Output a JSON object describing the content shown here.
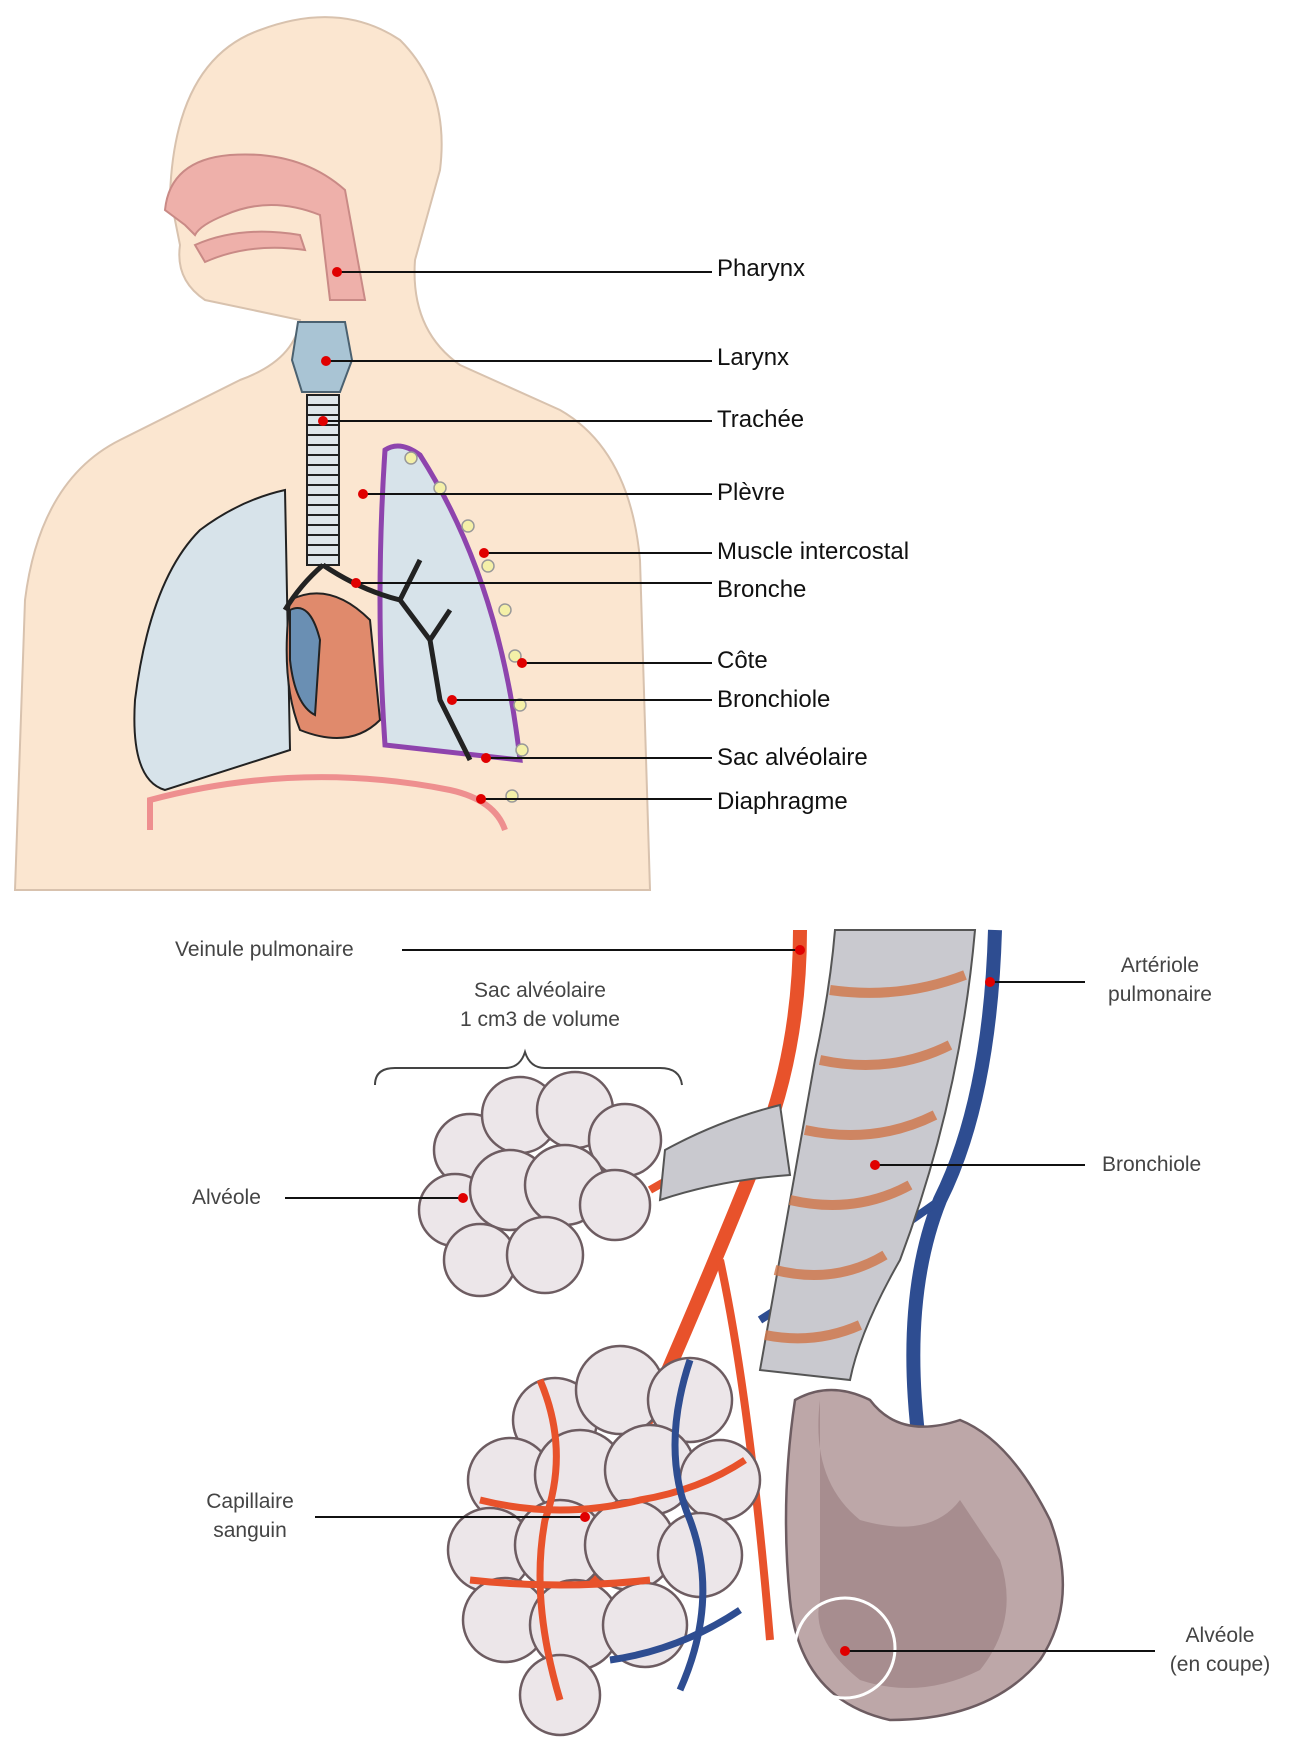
{
  "top_diagram": {
    "labels": {
      "pharynx": "Pharynx",
      "larynx": "Larynx",
      "trachee": "Trachée",
      "plevre": "Plèvre",
      "muscle": "Muscle intercostal",
      "bronche": "Bronche",
      "cote": "Côte",
      "bronchiole": "Bronchiole",
      "sac": "Sac alvéolaire",
      "diaphragme": "Diaphragme"
    }
  },
  "bottom_diagram": {
    "labels": {
      "veinule": "Veinule pulmonaire",
      "sac_line1": "Sac alvéolaire",
      "sac_line2": "1 cm3 de volume",
      "arteriole_line1": "Artériole",
      "arteriole_line2": "pulmonaire",
      "bronchiole": "Bronchiole",
      "alveole": "Alvéole",
      "capillaire_line1": "Capillaire",
      "capillaire_line2": "sanguin",
      "alveole_coupe_line1": "Alvéole",
      "alveole_coupe_line2": "(en coupe)"
    }
  },
  "colors": {
    "skin": "#fbe6d0",
    "lung": "#d7e3ea",
    "airway_pink": "#eeb0aa",
    "pleura": "#8e44ad",
    "marker": "#e00000",
    "vein_red": "#e8522b",
    "artery_blue": "#2e4d91",
    "alveoli": "#e9e3e6"
  }
}
